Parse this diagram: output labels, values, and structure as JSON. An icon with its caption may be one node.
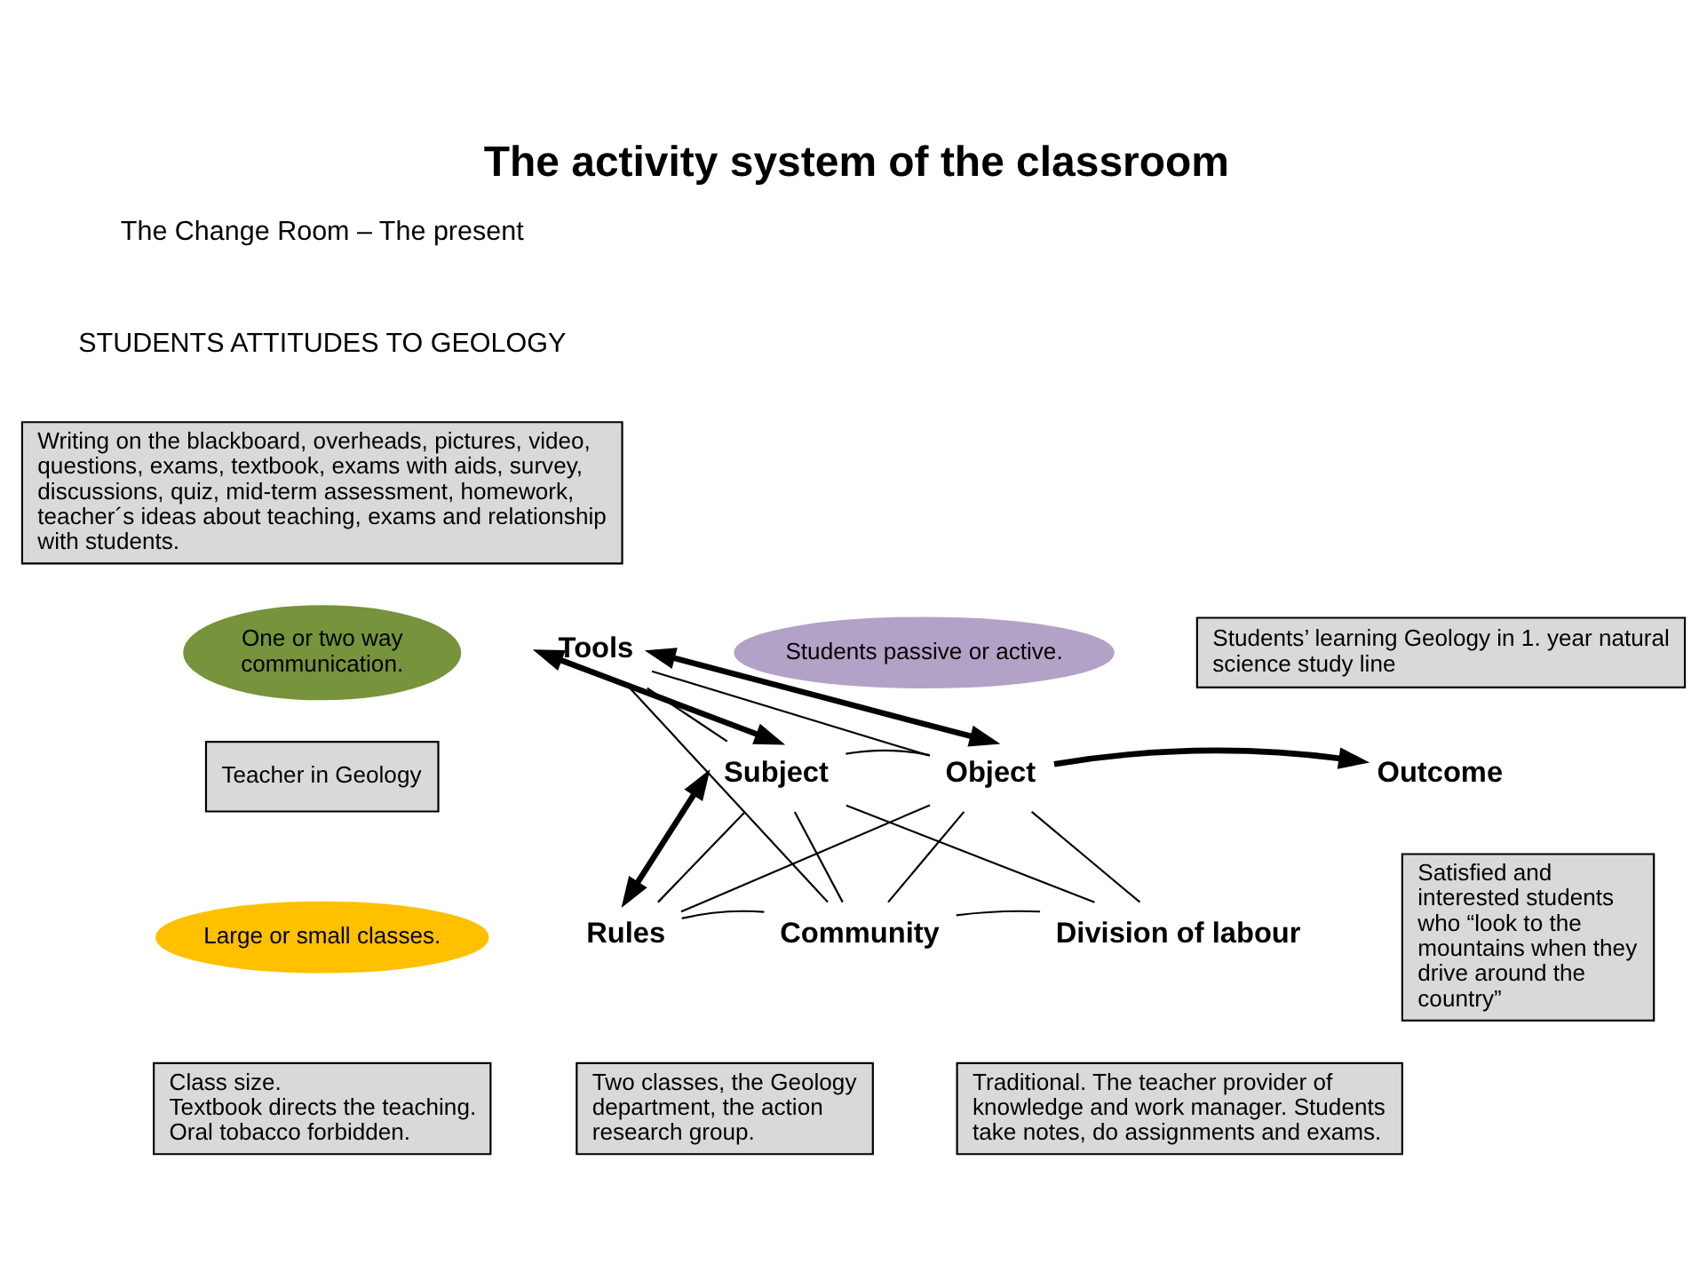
{
  "diagram": {
    "title": "The activity system of the classroom",
    "nodes": [
      {
        "text": [
          "Writing on the blackboard, overheads, pictures, video, questions, exams, textbook, exams with aids, survey, discussions, quiz, mid-term assessment, homework, teacher´s ideas about teaching, exams and relationship with students."
        ]
      },
      {
        "text": [
          "Tools"
        ]
      },
      {
        "text": [
          "One or two way communication."
        ]
      },
      {
        "text": [
          "Students passive or active."
        ]
      },
      {
        "text": [
          "Students’ learning Geology in 1. year natural science study line"
        ]
      },
      {
        "text": [
          "Teacher in Geology"
        ]
      },
      {
        "text": [
          "Subject"
        ]
      },
      {
        "text": [
          "Object"
        ]
      },
      {
        "text": [
          "Outcome"
        ]
      },
      {
        "text": [
          "Satisfied and interested students who “look to the mountains when they drive around the country”"
        ]
      },
      {
        "text": [
          "Large or small classes."
        ]
      },
      {
        "text": [
          "Rules"
        ]
      },
      {
        "text": [
          "Community"
        ]
      },
      {
        "text": [
          "Division of labour"
        ]
      },
      {
        "text": [
          "Class size.",
          "Textbook directs the teaching.",
          "Oral tobacco forbidden."
        ]
      },
      {
        "text": [
          "Two classes, the Geology department, the action research group."
        ]
      },
      {
        "text": [
          "Traditional. The teacher provider of knowledge and work manager. Students take notes, do assignments and exams."
        ]
      }
    ],
    "edges": [
      {
        "from": 1,
        "to": 6,
        "arrow": "none"
      },
      {
        "from": 1,
        "to": 7,
        "arrow": "none"
      },
      {
        "from": 6,
        "to": 7,
        "arrow": "none"
      },
      {
        "from": 6,
        "to": 11,
        "arrow": "none"
      },
      {
        "from": 7,
        "to": 13,
        "arrow": "none"
      },
      {
        "from": 11,
        "to": 12,
        "arrow": "none"
      },
      {
        "from": 12,
        "to": 13,
        "arrow": "none"
      },
      {
        "from": 6,
        "to": 12,
        "arrow": "none"
      },
      {
        "from": 7,
        "to": 12,
        "arrow": "none"
      },
      {
        "from": 1,
        "to": 12,
        "arrow": "none"
      },
      {
        "from": 6,
        "to": 13,
        "arrow": "none"
      },
      {
        "from": 7,
        "to": 11,
        "arrow": "none"
      },
      {
        "from": 1,
        "to": 6,
        "arrow": "both",
        "style": "thick"
      },
      {
        "from": 1,
        "to": 7,
        "arrow": "both",
        "style": "thick"
      },
      {
        "from": 6,
        "to": 11,
        "arrow": "both",
        "style": "thick"
      },
      {
        "from": 7,
        "to": 8,
        "arrow": "to",
        "style": "thick"
      }
    ],
    "labels": [
      "The Change Room – The present",
      "STUDENTS ATTITUDES TO GEOLOGY"
    ]
  }
}
